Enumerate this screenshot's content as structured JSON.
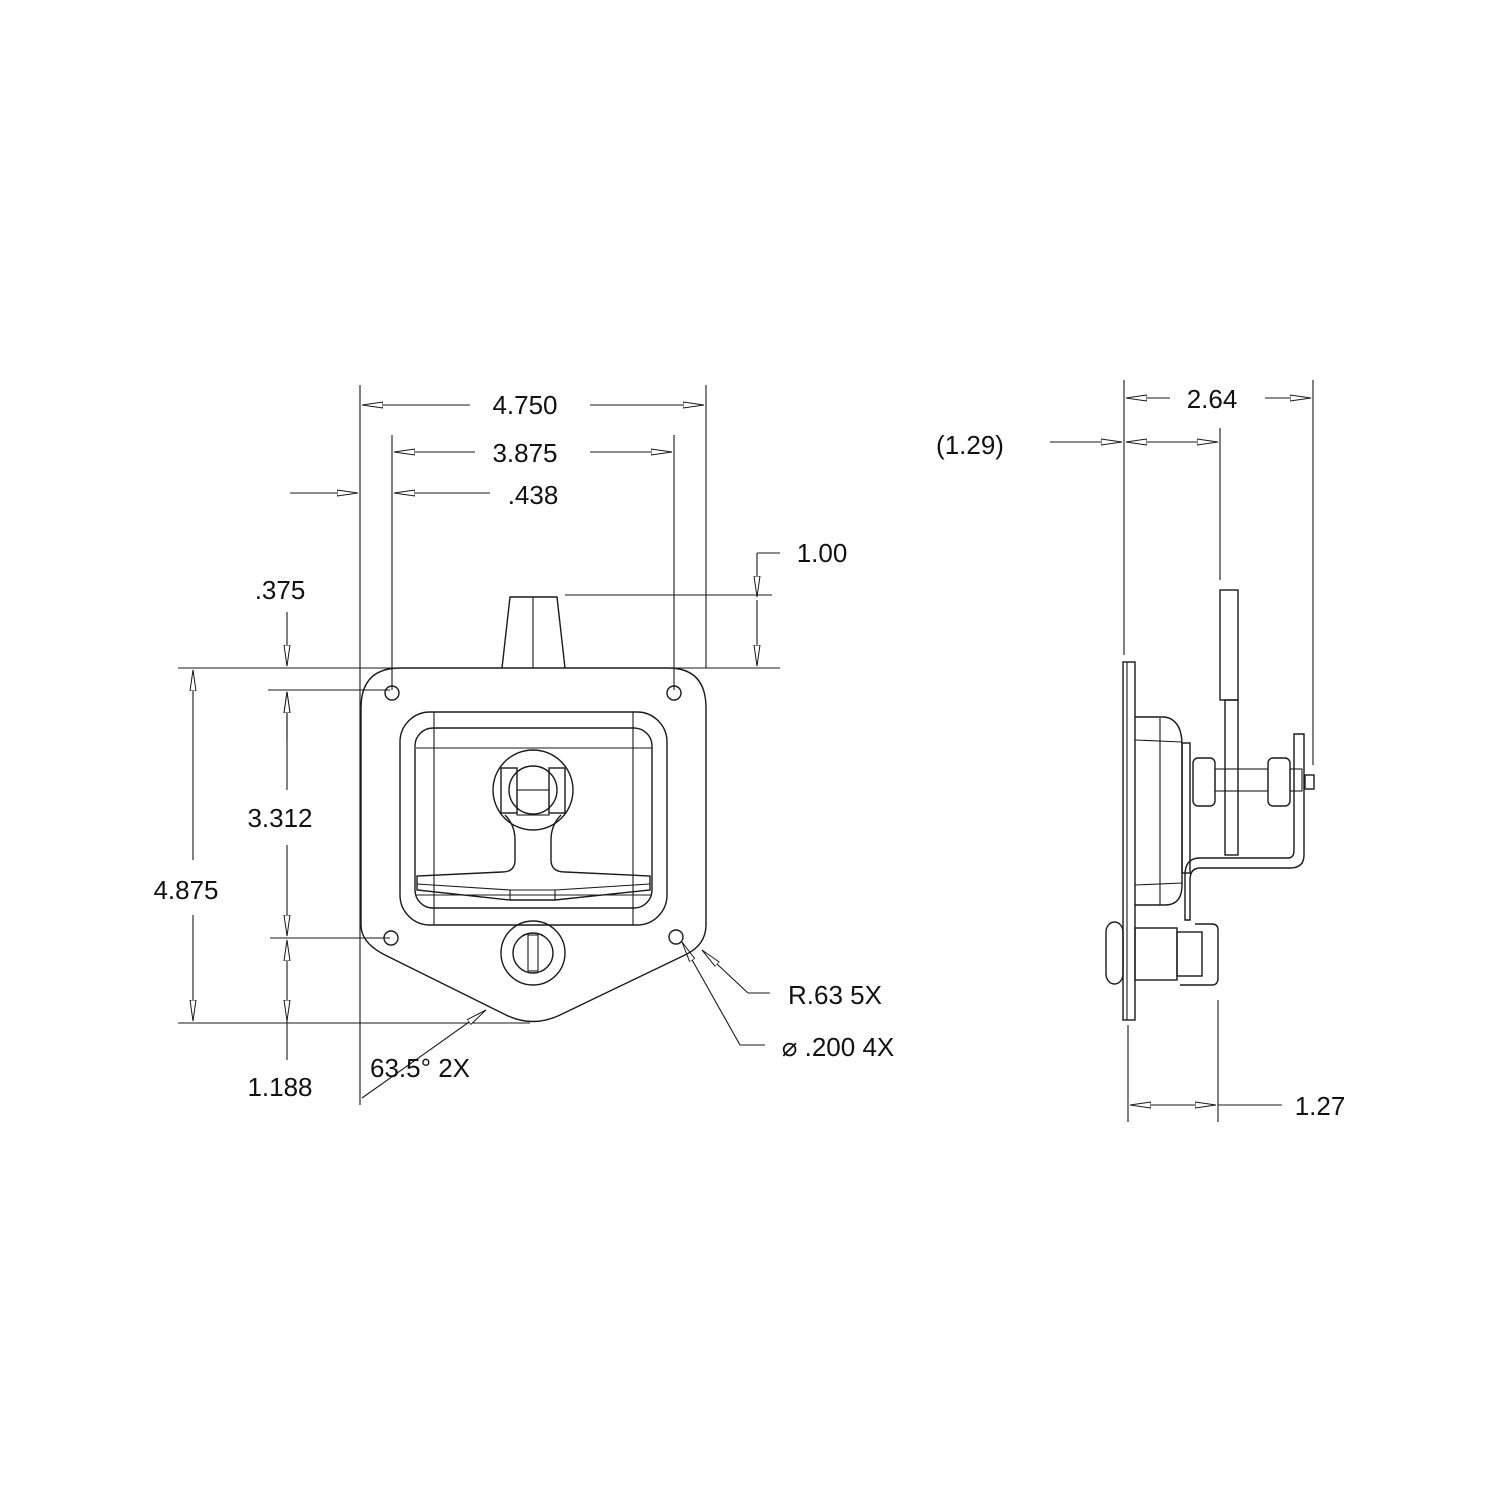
{
  "front_view": {
    "dims": {
      "overall_width": "4.750",
      "hole_spacing_width": "3.875",
      "hole_offset_x": ".438",
      "tab_height": "1.00",
      "hole_offset_y": ".375",
      "hole_spacing_height": "3.312",
      "overall_height": "4.875",
      "bottom_point": "1.188",
      "angle": "63.5° 2X",
      "radius": "R.63 5X",
      "hole_diameter": "⌀ .200 4X"
    }
  },
  "side_view": {
    "dims": {
      "overall_depth": "2.64",
      "ref_depth": "(1.29)",
      "lock_depth": "1.27"
    }
  }
}
